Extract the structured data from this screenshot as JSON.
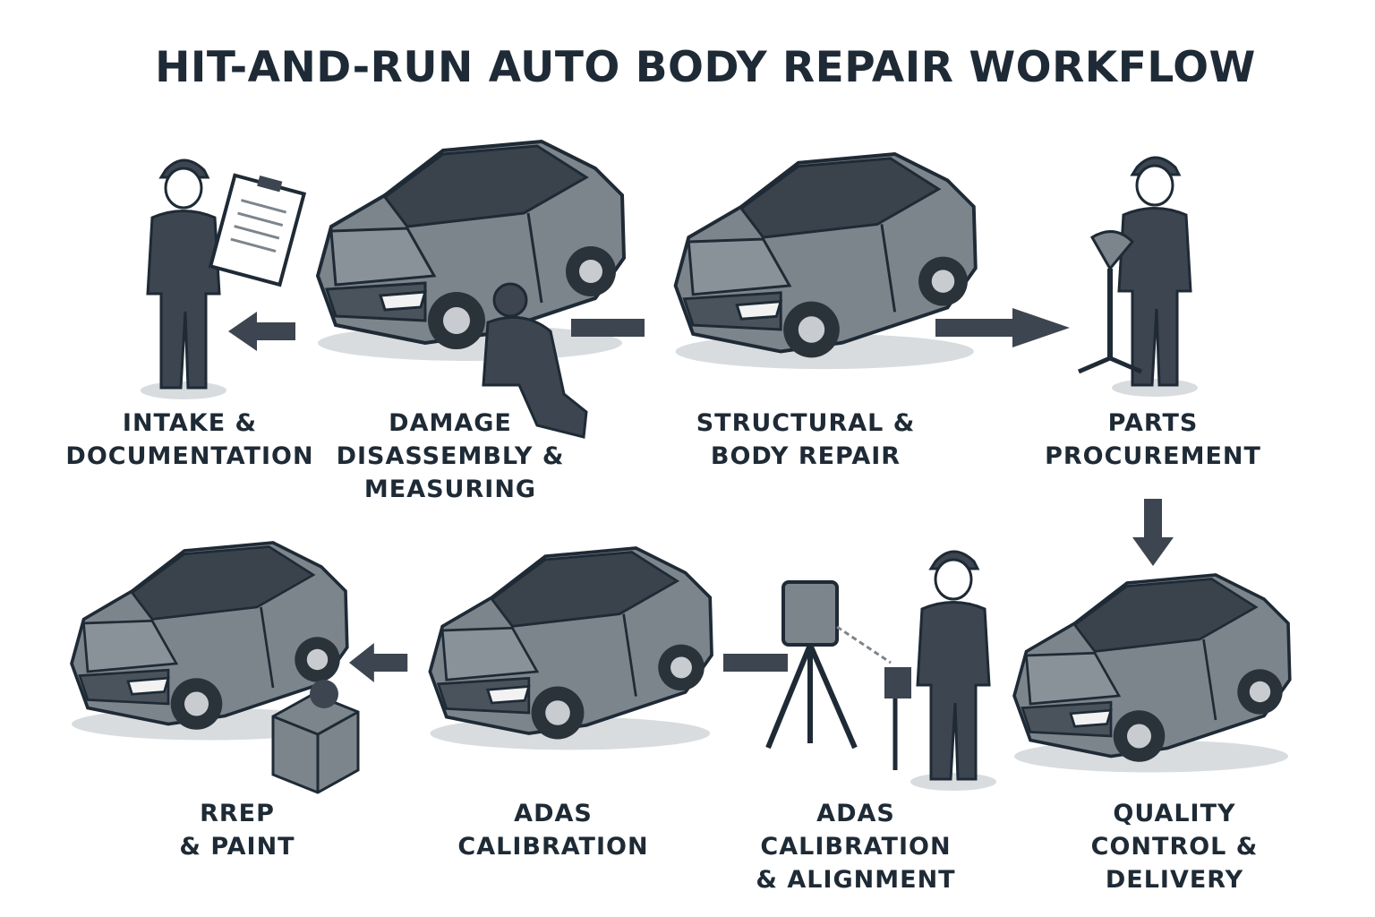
{
  "title": "HIT-AND-RUN AUTO BODY REPAIR WORKFLOW",
  "colors": {
    "ink": "#1e2a35",
    "car": "#7d858c",
    "figure": "#3c4550",
    "window": "#3a434c"
  },
  "steps": [
    {
      "lines": [
        "INTAKE &",
        "DOCUMENTATION"
      ],
      "icon": "inspector-clipboard-icon"
    },
    {
      "lines": [
        "DAMAGE",
        "DISASSEMBLY &",
        "MEASURING"
      ],
      "icon": "car-kneeling-technician-icon"
    },
    {
      "lines": [
        "STRUCTURAL &",
        "BODY REPAIR"
      ],
      "icon": "car-icon"
    },
    {
      "lines": [
        "PARTS",
        "PROCUREMENT"
      ],
      "icon": "technician-parts-stand-icon"
    },
    {
      "lines": [
        "QUALITY",
        "CONTROL &",
        "DELIVERY"
      ],
      "icon": "car-icon"
    },
    {
      "lines": [
        "ADAS",
        "CALIBRATION",
        "& ALIGNMENT"
      ],
      "icon": "technician-calibration-tripod-icon"
    },
    {
      "lines": [
        "ADAS",
        "CALIBRATION"
      ],
      "icon": "car-icon"
    },
    {
      "lines": [
        "RREP",
        "& PAINT"
      ],
      "icon": "car-parts-box-icon"
    }
  ]
}
